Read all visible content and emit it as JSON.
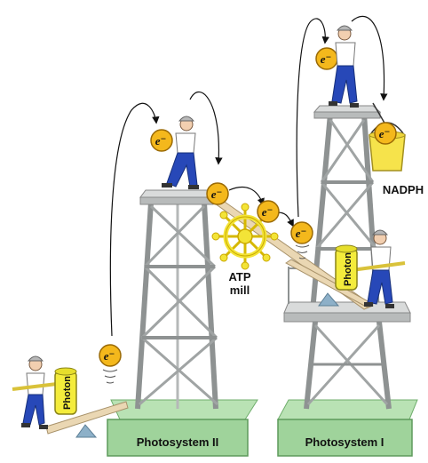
{
  "labels": {
    "ps2": "Photosystem II",
    "ps1": "Photosystem I",
    "atp_line1": "ATP",
    "atp_line2": "mill",
    "nadph": "NADPH",
    "photon": "Photon",
    "electron": "e⁻"
  },
  "colors": {
    "base_green": "#9fd39b",
    "base_green_dark": "#6fae6c",
    "tower_gray": "#c9cbcb",
    "tower_dark": "#8e9292",
    "electron_orange": "#f4b81c",
    "photon_yellow": "#f4ec3c",
    "atp_wheel": "#f3e437",
    "bucket_yellow": "#f6e34b",
    "plank_tan": "#ead7b3",
    "jeans_blue": "#2748b8",
    "pivot_blue": "#8db0c8"
  }
}
